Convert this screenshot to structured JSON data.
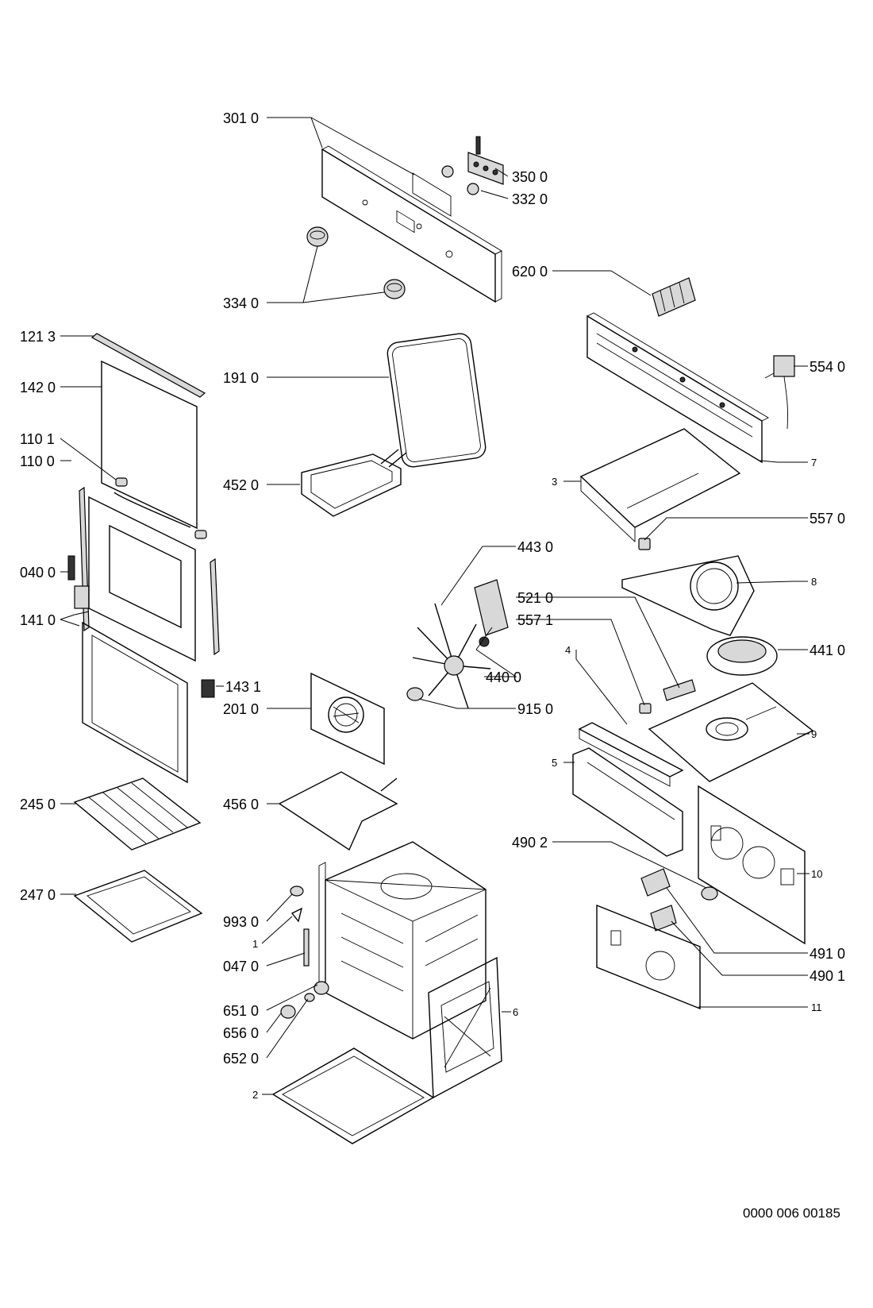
{
  "document_id": "0000 006 00185",
  "callouts": [
    {
      "id": "c1",
      "text": "301 0"
    },
    {
      "id": "c2",
      "text": "350 0"
    },
    {
      "id": "c3",
      "text": "332 0"
    },
    {
      "id": "c4",
      "text": "334 0"
    },
    {
      "id": "c5",
      "text": "620 0"
    },
    {
      "id": "c6",
      "text": "121 3"
    },
    {
      "id": "c7",
      "text": "142 0"
    },
    {
      "id": "c8",
      "text": "191 0"
    },
    {
      "id": "c9",
      "text": "554 0"
    },
    {
      "id": "c10",
      "text": "7"
    },
    {
      "id": "c11",
      "text": "110 1"
    },
    {
      "id": "c12",
      "text": "110 0"
    },
    {
      "id": "c13",
      "text": "452 0"
    },
    {
      "id": "c14",
      "text": "3"
    },
    {
      "id": "c15",
      "text": "557 0"
    },
    {
      "id": "c16",
      "text": "443 0"
    },
    {
      "id": "c17",
      "text": "040 0"
    },
    {
      "id": "c18",
      "text": "8"
    },
    {
      "id": "c19",
      "text": "521 0"
    },
    {
      "id": "c20",
      "text": "141 0"
    },
    {
      "id": "c21",
      "text": "557 1"
    },
    {
      "id": "c22",
      "text": "441 0"
    },
    {
      "id": "c23",
      "text": "4"
    },
    {
      "id": "c24",
      "text": "440 0"
    },
    {
      "id": "c25",
      "text": "143 1"
    },
    {
      "id": "c26",
      "text": "201 0"
    },
    {
      "id": "c27",
      "text": "915 0"
    },
    {
      "id": "c28",
      "text": "9"
    },
    {
      "id": "c29",
      "text": "5"
    },
    {
      "id": "c30",
      "text": "245 0"
    },
    {
      "id": "c31",
      "text": "456 0"
    },
    {
      "id": "c32",
      "text": "490 2"
    },
    {
      "id": "c33",
      "text": "10"
    },
    {
      "id": "c34",
      "text": "247 0"
    },
    {
      "id": "c35",
      "text": "993 0"
    },
    {
      "id": "c36",
      "text": "491 0"
    },
    {
      "id": "c37",
      "text": "1"
    },
    {
      "id": "c38",
      "text": "047 0"
    },
    {
      "id": "c39",
      "text": "490 1"
    },
    {
      "id": "c40",
      "text": "651 0"
    },
    {
      "id": "c41",
      "text": "11"
    },
    {
      "id": "c42",
      "text": "6"
    },
    {
      "id": "c43",
      "text": "656 0"
    },
    {
      "id": "c44",
      "text": "652 0"
    },
    {
      "id": "c45",
      "text": "2"
    }
  ]
}
